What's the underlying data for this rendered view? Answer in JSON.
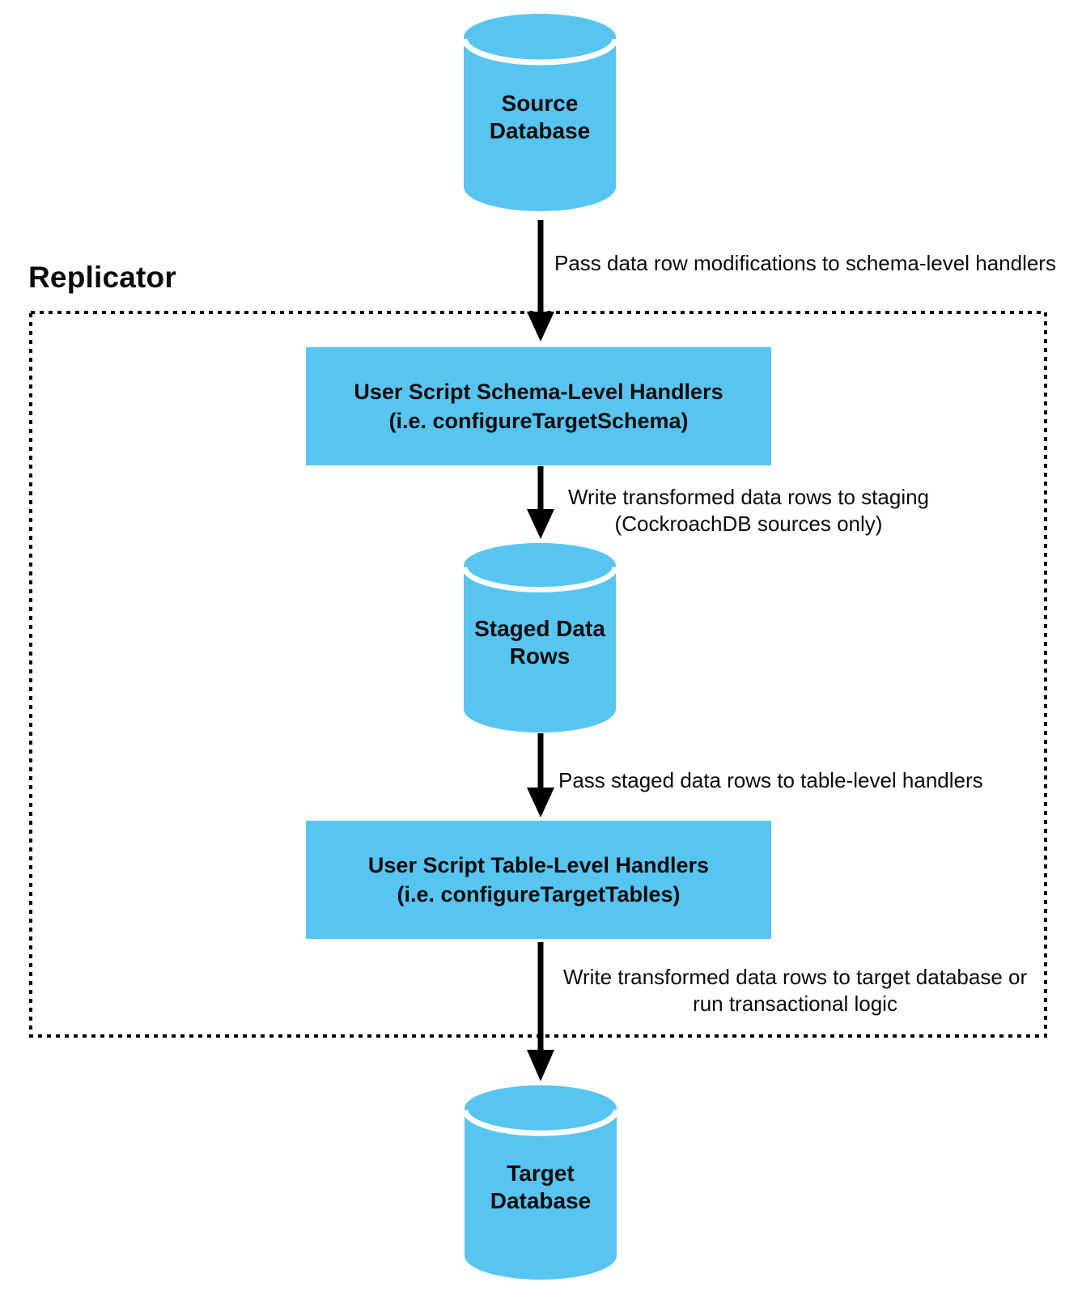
{
  "replicator": {
    "label": "Replicator"
  },
  "nodes": {
    "source_db": {
      "label": "Source\nDatabase"
    },
    "schema_handlers": {
      "line1": "User Script Schema-Level Handlers",
      "line2": "(i.e. configureTargetSchema)"
    },
    "staged_rows": {
      "label": "Staged Data\nRows"
    },
    "table_handlers": {
      "line1": "User Script Table-Level Handlers",
      "line2": "(i.e. configureTargetTables)"
    },
    "target_db": {
      "label": "Target\nDatabase"
    }
  },
  "edges": {
    "source_to_schema": {
      "label": "Pass data row modifications to schema-level handlers"
    },
    "schema_to_staged": {
      "line1": "Write transformed data rows to staging",
      "line2": "(CockroachDB sources only)"
    },
    "staged_to_table": {
      "label": "Pass staged data rows to table-level handlers"
    },
    "table_to_target": {
      "line1": "Write transformed data rows to target database or",
      "line2": "run transactional logic"
    }
  },
  "colors": {
    "node_fill": "#58C5F1",
    "separator": "#FFFFFF",
    "line": "#000000",
    "text": "#0B0B0B"
  }
}
